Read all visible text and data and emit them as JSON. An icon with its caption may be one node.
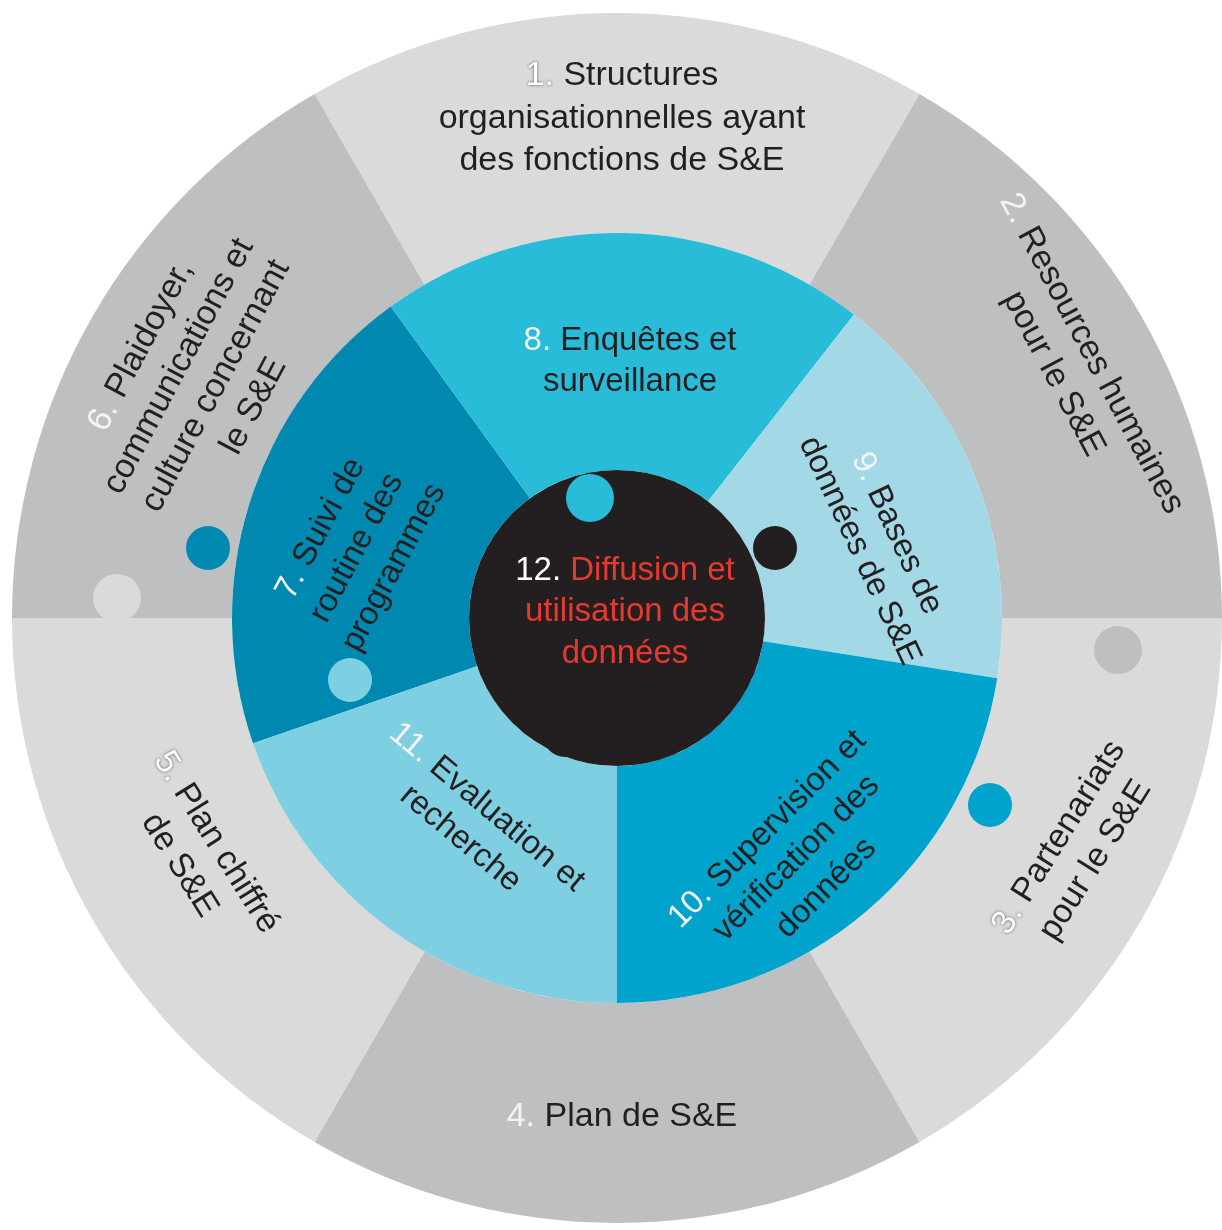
{
  "diagram": {
    "nodes": [
      {
        "text": [
          "1.",
          "Structures organisationnelles ayant des fonctions de S&E"
        ]
      },
      {
        "text": [
          "2.",
          "Resources humaines pour le S&E"
        ]
      },
      {
        "text": [
          "3.",
          "Partenariats pour le S&E"
        ]
      },
      {
        "text": [
          "4.",
          "Plan de S&E"
        ]
      },
      {
        "text": [
          "5.",
          "Plan chiffré de S&E"
        ]
      },
      {
        "text": [
          "6.",
          "Plaidoyer, communications et culture concernant le S&E"
        ]
      },
      {
        "text": [
          "7.",
          "Suivi de routine des programmes"
        ]
      },
      {
        "text": [
          "8.",
          "Enquêtes et surveillance"
        ]
      },
      {
        "text": [
          "9.",
          "Bases de données de S&E"
        ]
      },
      {
        "text": [
          "10.",
          "Supervision et vérification des données"
        ]
      },
      {
        "text": [
          "11.",
          "Evaluation et recherche"
        ]
      },
      {
        "text": [
          "12.",
          "Diffusion et utilisation des données"
        ]
      }
    ]
  }
}
